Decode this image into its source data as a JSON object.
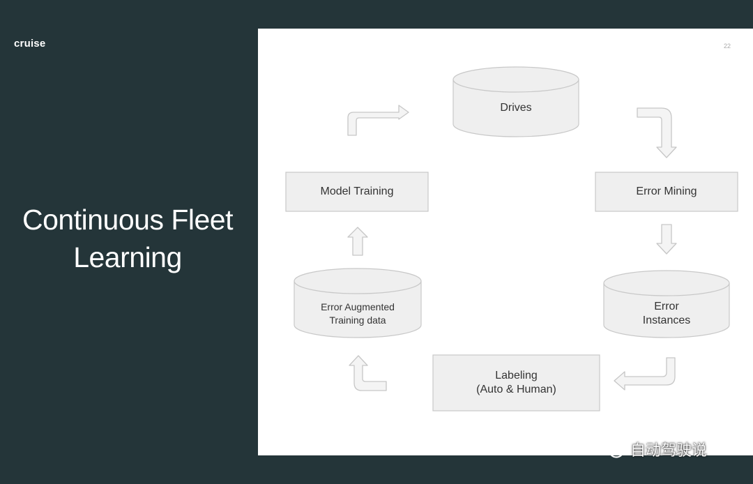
{
  "brand": "cruise",
  "title": {
    "line1": "Continuous Fleet",
    "line2": "Learning"
  },
  "slide": {
    "page_number": "22"
  },
  "nodes": {
    "drives": "Drives",
    "error_mining": "Error Mining",
    "error_instances_1": "Error",
    "error_instances_2": "Instances",
    "labeling_1": "Labeling",
    "labeling_2": "(Auto & Human)",
    "error_augmented_1": "Error Augmented",
    "error_augmented_2": "Training data",
    "model_training": "Model Training"
  },
  "watermark": {
    "text": "自动驾驶说",
    "icon": "wechat-icon"
  },
  "colors": {
    "background": "#243539",
    "slide": "#ffffff",
    "box_fill": "#efefef",
    "box_stroke": "#c8c8c8"
  }
}
